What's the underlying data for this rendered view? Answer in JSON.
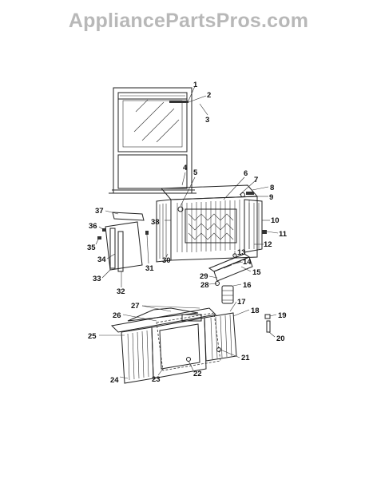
{
  "watermark": "AppliancePartsPros.com",
  "callouts": [
    "1",
    "2",
    "3",
    "4",
    "5",
    "6",
    "7",
    "8",
    "9",
    "10",
    "11",
    "12",
    "13",
    "14",
    "15",
    "16",
    "17",
    "18",
    "19",
    "20",
    "21",
    "22",
    "23",
    "24",
    "25",
    "26",
    "27",
    "28",
    "29",
    "30",
    "31",
    "32",
    "33",
    "34",
    "35",
    "36",
    "37",
    "38"
  ],
  "colors": {
    "ink": "#222222",
    "watermark": "#b8b8b8",
    "background": "#ffffff"
  }
}
